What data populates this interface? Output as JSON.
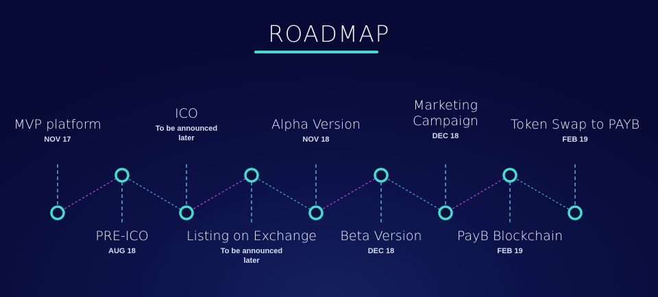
{
  "header": {
    "title": "ROADMAP"
  },
  "colors": {
    "accent": "#3fe0d0",
    "dashed": "#4aa8d8",
    "connector": "#b23fd8"
  },
  "milestones": [
    {
      "name": "MVP platform",
      "date": "NOV 17"
    },
    {
      "name": "PRE-ICO",
      "date": "AUG 18"
    },
    {
      "name": "ICO",
      "date": "To be announced later"
    },
    {
      "name": "Listing on Exchange",
      "date": "To be announced later"
    },
    {
      "name": "Alpha Version",
      "date": "NOV 18"
    },
    {
      "name": "Beta Version",
      "date": "DEC 18"
    },
    {
      "name": "Marketing Campaign",
      "date": "DEC 18"
    },
    {
      "name": "PayB Blockchain",
      "date": "FEB 19"
    },
    {
      "name": "Token Swap to PAYB",
      "date": "FEB 19"
    }
  ]
}
